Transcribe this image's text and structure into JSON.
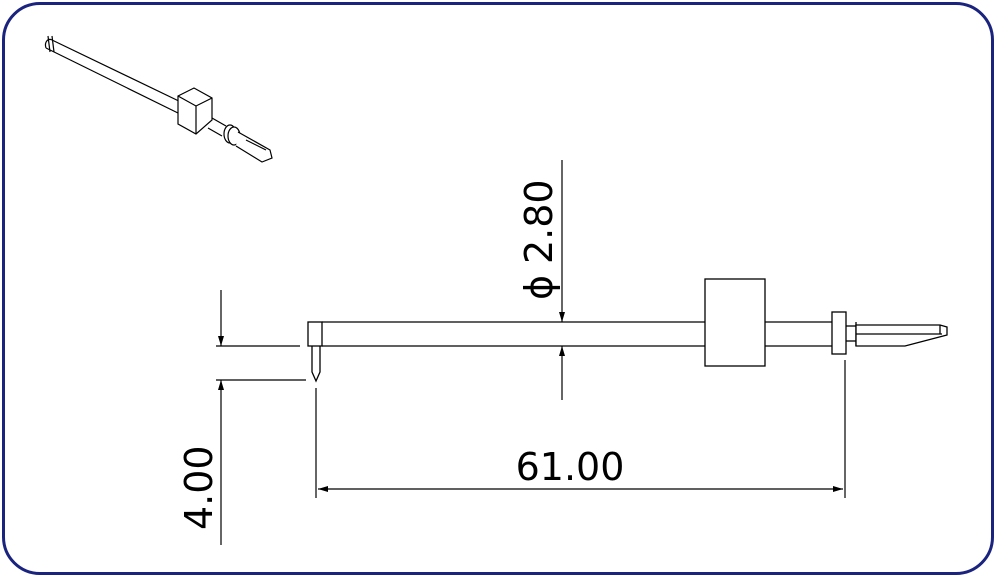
{
  "drawing": {
    "border_color": "#1a237e",
    "line_color": "#000000",
    "dimensions": {
      "diameter_symbol": "ϕ",
      "diameter_value": "2.80",
      "length_value": "61.00",
      "offset_value": "4.00"
    }
  }
}
